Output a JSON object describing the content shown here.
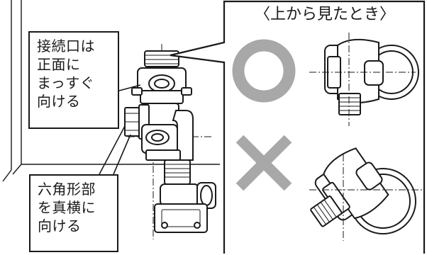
{
  "callout_connection": {
    "lines": [
      "接続口は",
      "正面に",
      "まっすぐ",
      "向ける"
    ]
  },
  "callout_hex": {
    "lines": [
      "六角形部",
      "を真横に",
      "向ける"
    ]
  },
  "top_view": {
    "title": "〈上から見たとき〉",
    "correct_mark": "circle",
    "incorrect_mark": "cross",
    "mark_color": "#a8a8a8"
  }
}
